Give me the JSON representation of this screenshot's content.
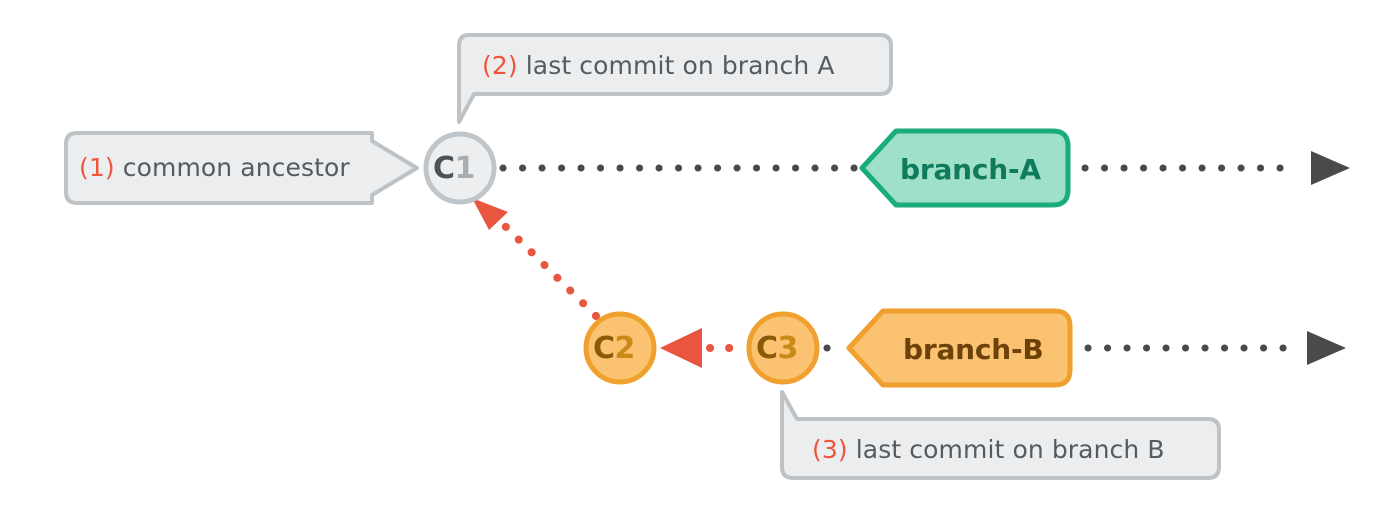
{
  "diagram": {
    "title": "git branch common ancestor diagram",
    "colors": {
      "callout_fill": "#ebedef",
      "callout_stroke": "#bcc2c6",
      "callout_text": "#555b5f",
      "callout_number": "#f0543a",
      "commit_gray_fill": "#edeef0",
      "commit_gray_stroke": "#bfc4c8",
      "commit_orange_fill": "#fbc271",
      "commit_orange_stroke": "#f0a02e",
      "branch_a_fill": "#9fe0c8",
      "branch_a_stroke": "#1aab7f",
      "branch_a_text": "#0f7a5c",
      "branch_b_fill": "#fbc271",
      "branch_b_stroke": "#f0a02e",
      "branch_b_text": "#6b4309",
      "timeline_dot": "#4a4a4a",
      "merge_arrow": "#e8563f"
    },
    "callouts": [
      {
        "id": "common-ancestor",
        "number": "(1)",
        "text": "common ancestor",
        "points_to": "C1",
        "tail": "right"
      },
      {
        "id": "last-commit-branch-a",
        "number": "(2)",
        "text": "last commit on branch A",
        "points_to": "C1",
        "tail": "bottom-left"
      },
      {
        "id": "last-commit-branch-b",
        "number": "(3)",
        "text": "last commit on branch B",
        "points_to": "C3",
        "tail": "top-left"
      }
    ],
    "commits": [
      {
        "id": "C1",
        "label": "C1",
        "label_head": "C",
        "label_tail": "1",
        "style": "gray",
        "branch": "A"
      },
      {
        "id": "C2",
        "label": "C2",
        "label_head": "C",
        "label_tail": "2",
        "style": "orange",
        "branch": "B"
      },
      {
        "id": "C3",
        "label": "C3",
        "label_head": "C",
        "label_tail": "3",
        "style": "orange",
        "branch": "B"
      }
    ],
    "branch_tags": [
      {
        "id": "branch-a",
        "label": "branch-A",
        "style": "green",
        "row": "top"
      },
      {
        "id": "branch-b",
        "label": "branch-B",
        "style": "orange",
        "row": "bottom"
      }
    ],
    "edges": [
      {
        "id": "c3-to-c2",
        "from": "C3",
        "to": "C2",
        "style": "dotted-red-arrow"
      },
      {
        "id": "c2-to-c1",
        "from": "C2",
        "to": "C1",
        "style": "dotted-red-arrow-diagonal"
      }
    ],
    "timelines": [
      {
        "id": "timeline-a",
        "row": "top",
        "style": "dotted-gray-arrow"
      },
      {
        "id": "timeline-b",
        "row": "bottom",
        "style": "dotted-gray-arrow"
      }
    ]
  }
}
